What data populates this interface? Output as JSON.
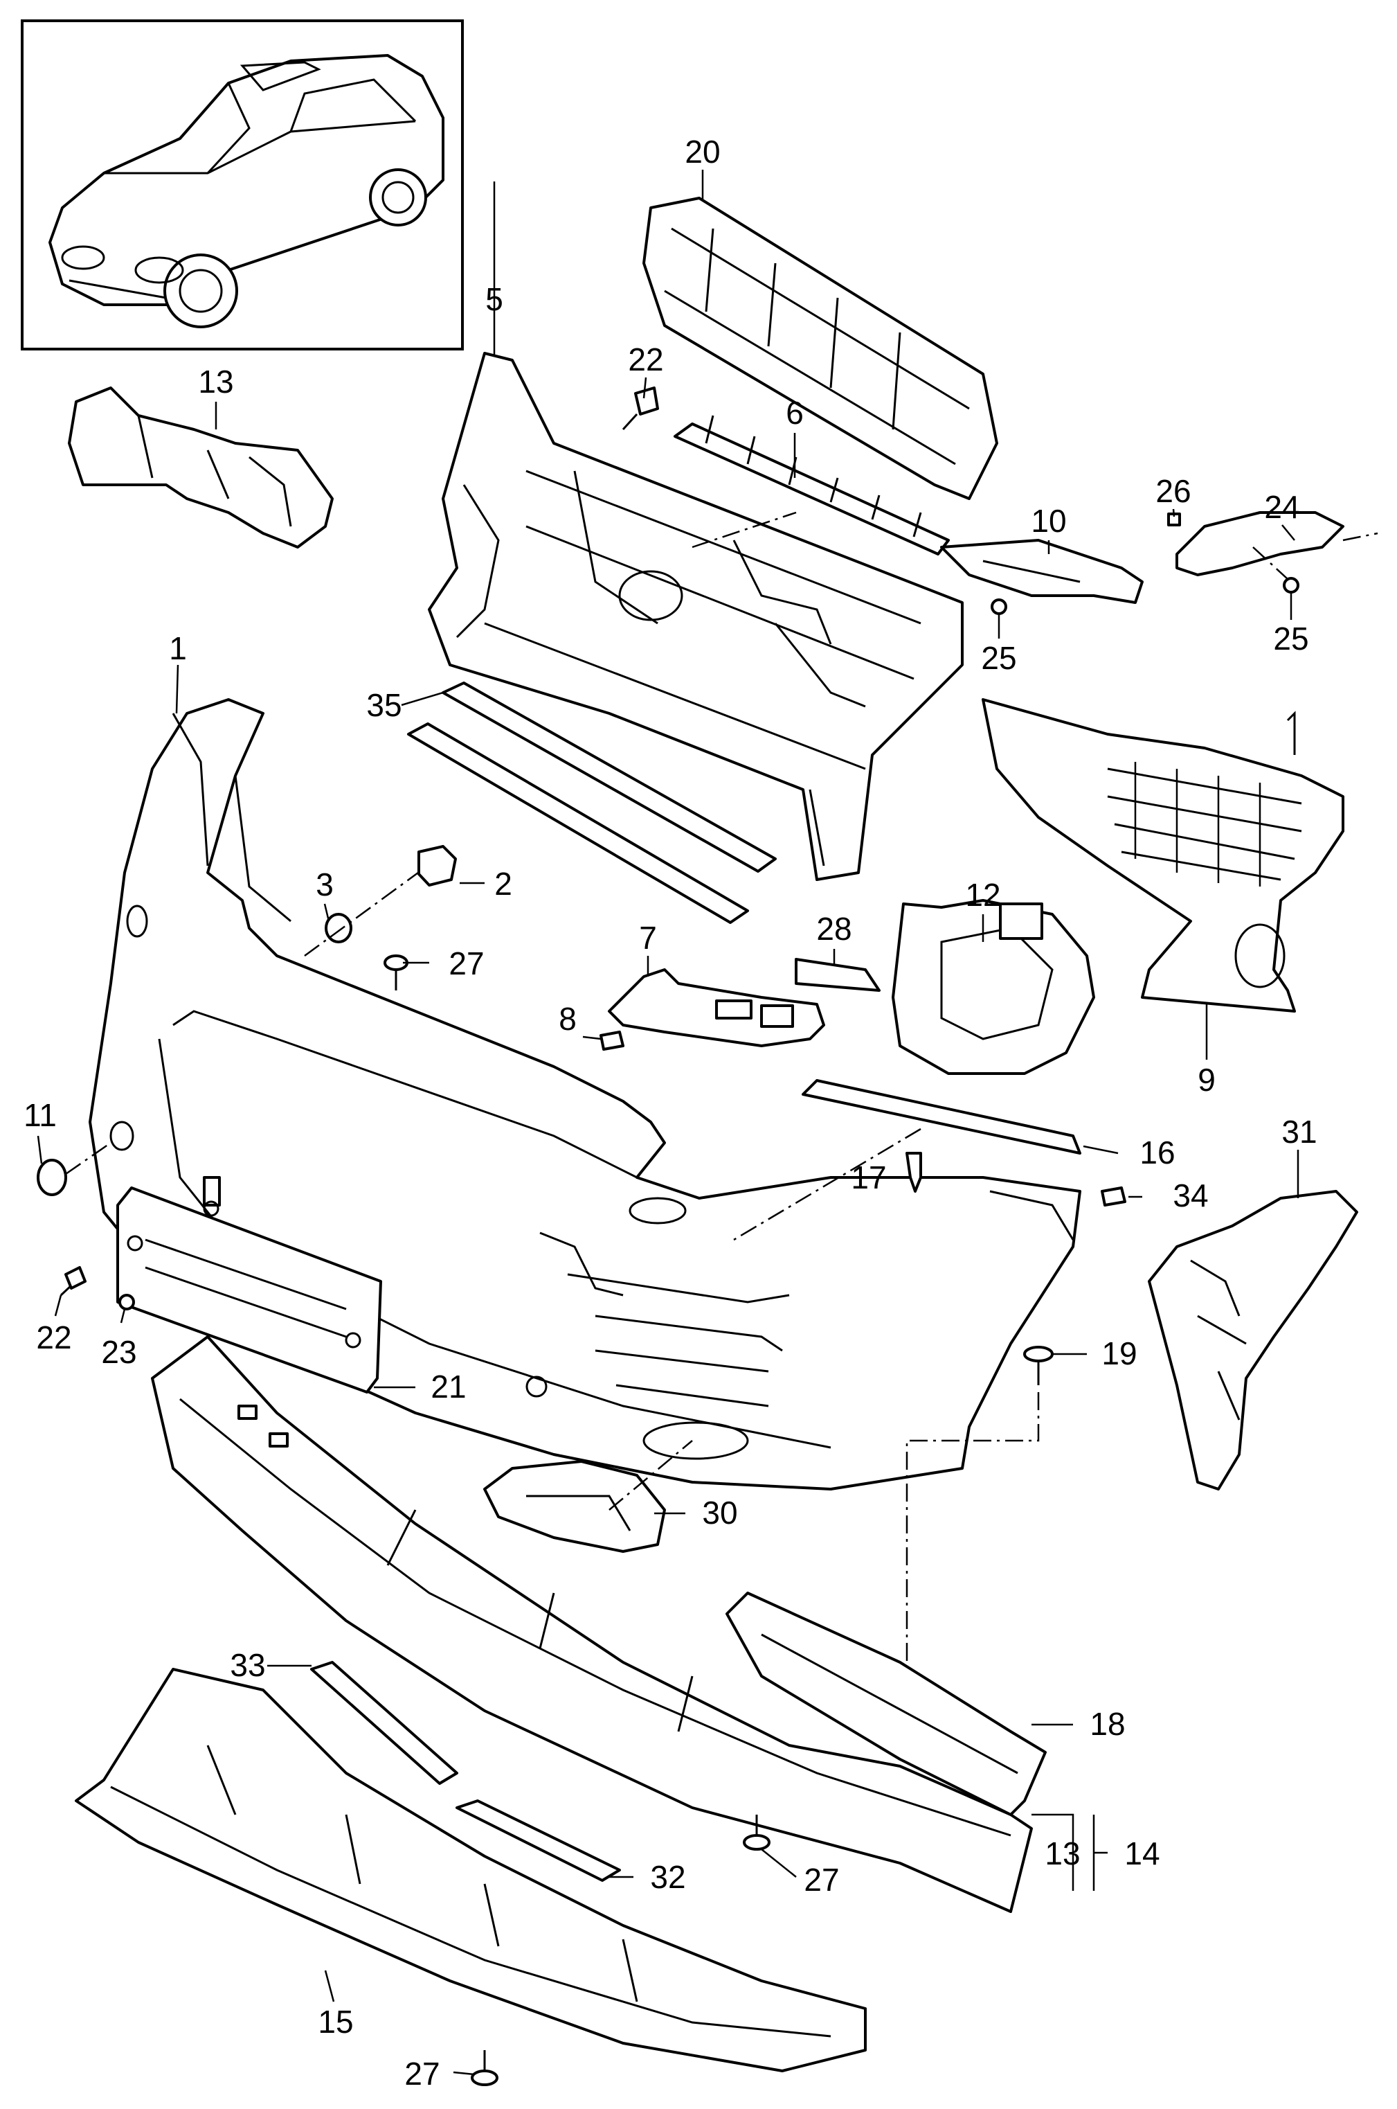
{
  "labels": {
    "p1": "1",
    "p2": "2",
    "p3": "3",
    "p5": "5",
    "p6": "6",
    "p7": "7",
    "p8": "8",
    "p9": "9",
    "p10": "10",
    "p11": "11",
    "p12": "12",
    "p13a": "13",
    "p13b": "13",
    "p14": "14",
    "p15": "15",
    "p16": "16",
    "p17": "17",
    "p18": "18",
    "p19": "19",
    "p20": "20",
    "p21": "21",
    "p22a": "22",
    "p22b": "22",
    "p23": "23",
    "p24": "24",
    "p25a": "25",
    "p25b": "25",
    "p26": "26",
    "p27a": "27",
    "p27b": "27",
    "p27c": "27",
    "p28": "28",
    "p30": "30",
    "p31": "31",
    "p32": "32",
    "p33": "33",
    "p34": "34",
    "p35": "35"
  },
  "icons": {
    "vehicle": "suv-overview-icon"
  }
}
